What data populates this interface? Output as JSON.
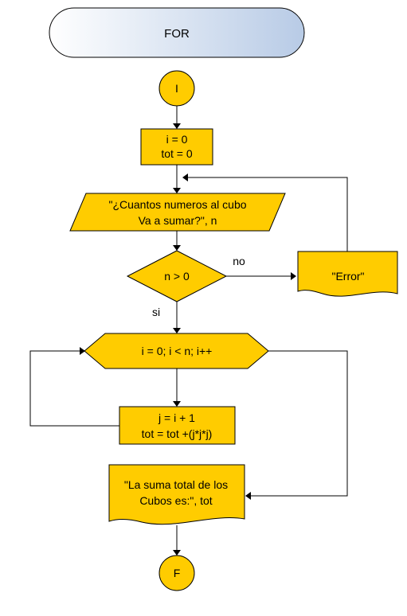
{
  "diagram": {
    "title": "FOR",
    "start": "I",
    "end": "F",
    "init": {
      "line1": "i = 0",
      "line2": "tot = 0"
    },
    "input": {
      "line1": "\"¿Cuantos numeros al cubo",
      "line2": "Va a sumar?\", n"
    },
    "decision": {
      "label": "n > 0",
      "yes": "si",
      "no": "no"
    },
    "error": {
      "label": "\"Error\""
    },
    "loop": {
      "label": "i = 0; i < n; i++"
    },
    "process": {
      "line1": "j = i + 1",
      "line2": "tot = tot +(j*j*j)"
    },
    "output": {
      "line1": "\"La suma total de los",
      "line2": "Cubos es:\", tot"
    },
    "colors": {
      "shape_fill": "#FFCC00",
      "title_gradient_start": "#FFFFFF",
      "title_gradient_end": "#B8CBE6"
    }
  }
}
